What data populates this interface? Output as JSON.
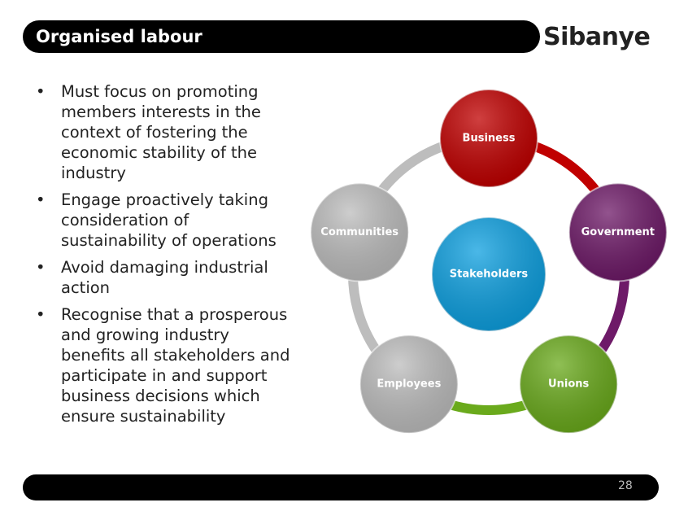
{
  "header": {
    "title": "Organised labour",
    "logo_text": "Sibanye"
  },
  "bullets": [
    "Must focus on promoting members interests in the context of fostering the economic stability of the industry",
    "Engage proactively taking consideration of sustainability of operations",
    "Avoid damaging industrial action",
    "Recognise that a prosperous and growing industry benefits all stakeholders and participate in and support business decisions which ensure sustainability"
  ],
  "bullet_symbol": "•",
  "diagram": {
    "center": {
      "label": "Stakeholders",
      "color": "#0ea0e0"
    },
    "nodes": [
      {
        "label": "Business",
        "color": "#c00000"
      },
      {
        "label": "Government",
        "color": "#6e1a68"
      },
      {
        "label": "Unions",
        "color": "#6aaa1c"
      },
      {
        "label": "Employees",
        "color": "#bdbdbd"
      },
      {
        "label": "Communities",
        "color": "#bdbdbd"
      }
    ]
  },
  "footer": {
    "page_number": "28"
  }
}
